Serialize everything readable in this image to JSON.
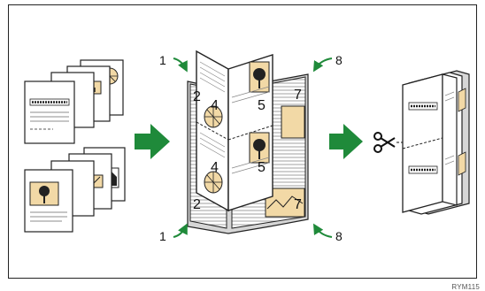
{
  "figure": {
    "page_numbers": {
      "upper_left_front": "4",
      "upper_left_back": "2",
      "upper_right_front": "5",
      "upper_right_back": "7",
      "lower_left_front": "4",
      "lower_left_back": "2",
      "lower_right_front": "5",
      "lower_right_back": "7"
    },
    "callouts": {
      "top_left": "1",
      "top_right": "8",
      "bottom_left": "1",
      "bottom_right": "8"
    },
    "figure_code": "RYM115"
  },
  "colors": {
    "arrow_green": "#1f8a3a",
    "accent_tan": "#f2d9a6",
    "page_shadow": "#d6d6d6",
    "line_ink": "#222222"
  },
  "icons": [
    "scissors-icon",
    "arrow-right-icon",
    "curved-arrow-icon"
  ]
}
